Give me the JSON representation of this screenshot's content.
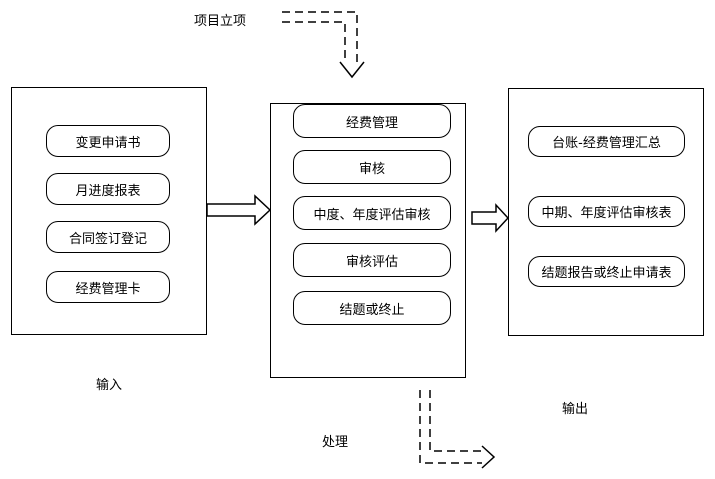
{
  "start_label": "项目立项",
  "input": {
    "title": "输入",
    "items": [
      "变更申请书",
      "月进度报表",
      "合同签订登记",
      "经费管理卡"
    ]
  },
  "process": {
    "title": "处理",
    "items": [
      "经费管理",
      "审核",
      "中度、年度评估审核",
      "审核评估",
      "结题或终止"
    ]
  },
  "output": {
    "title": "输出",
    "items": [
      "台账-经费管理汇总",
      "中期、年度评估审核表",
      "结题报告或终止申请表"
    ]
  }
}
